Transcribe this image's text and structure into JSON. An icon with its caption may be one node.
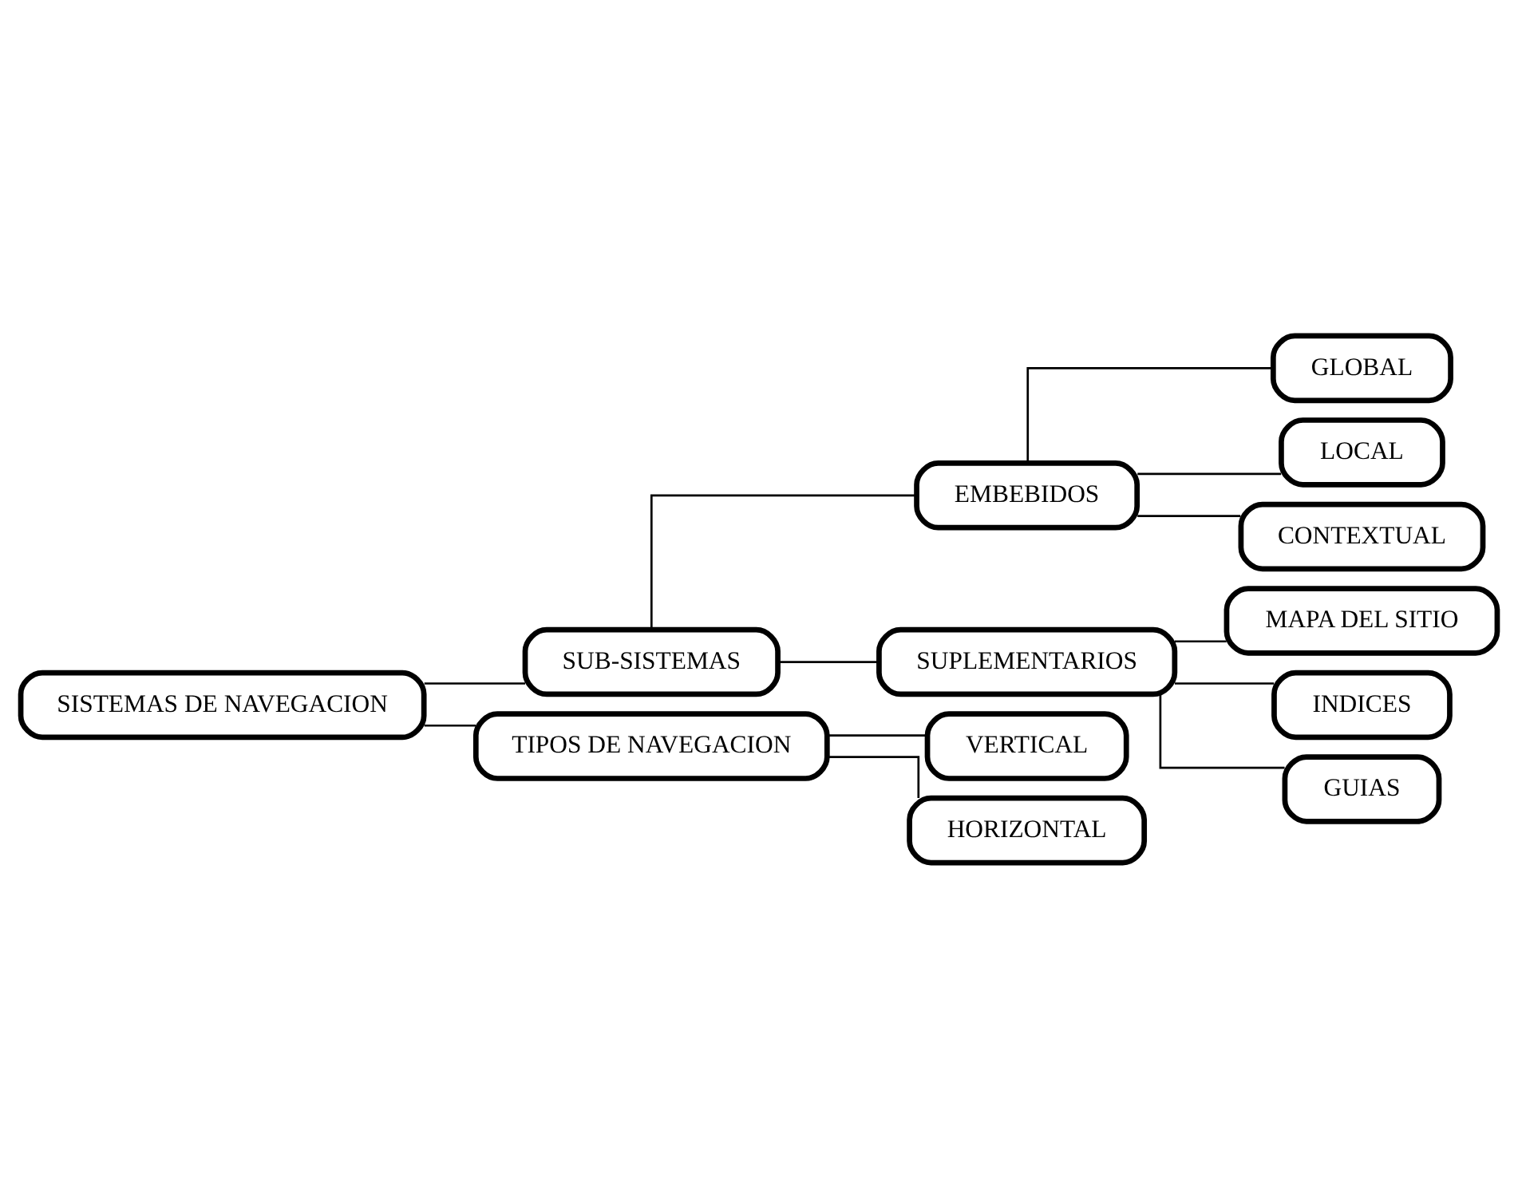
{
  "diagram": {
    "nodes": [
      {
        "text": [
          "SISTEMAS DE NAVEGACION"
        ]
      },
      {
        "text": [
          "SUB-SISTEMAS"
        ]
      },
      {
        "text": [
          "EMBEBIDOS"
        ]
      },
      {
        "text": [
          "GLOBAL"
        ]
      },
      {
        "text": [
          "LOCAL"
        ]
      },
      {
        "text": [
          "CONTEXTUAL"
        ]
      },
      {
        "text": [
          "SUPLEMENTARIOS"
        ]
      },
      {
        "text": [
          "MAPA DEL SITIO"
        ]
      },
      {
        "text": [
          "INDICES"
        ]
      },
      {
        "text": [
          "GUIAS"
        ]
      },
      {
        "text": [
          "TIPOS DE NAVEGACION"
        ]
      },
      {
        "text": [
          "VERTICAL"
        ]
      },
      {
        "text": [
          "HORIZONTAL"
        ]
      }
    ],
    "edges": [
      {
        "from": 0,
        "to": 1,
        "arrow": "none"
      },
      {
        "from": 1,
        "to": 2,
        "arrow": "none"
      },
      {
        "from": 2,
        "to": 3,
        "arrow": "none"
      },
      {
        "from": 2,
        "to": 4,
        "arrow": "none"
      },
      {
        "from": 2,
        "to": 5,
        "arrow": "none"
      },
      {
        "from": 1,
        "to": 6,
        "arrow": "none"
      },
      {
        "from": 6,
        "to": 7,
        "arrow": "none"
      },
      {
        "from": 6,
        "to": 8,
        "arrow": "none"
      },
      {
        "from": 6,
        "to": 9,
        "arrow": "none"
      },
      {
        "from": 0,
        "to": 10,
        "arrow": "none"
      },
      {
        "from": 10,
        "to": 11,
        "arrow": "none"
      },
      {
        "from": 10,
        "to": 12,
        "arrow": "none"
      }
    ]
  }
}
